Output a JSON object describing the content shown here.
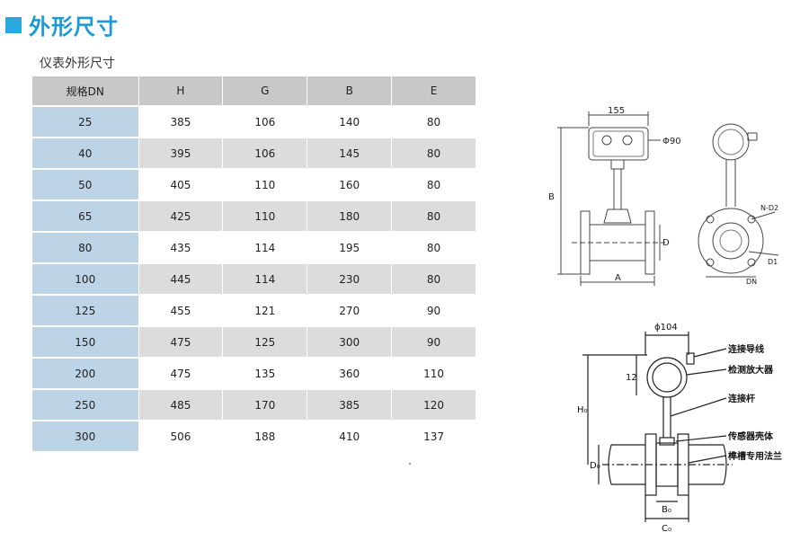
{
  "page": {
    "title": "外形尺寸",
    "subtitle": "仪表外形尺寸"
  },
  "table": {
    "headers": [
      "规格DN",
      "H",
      "G",
      "B",
      "E"
    ],
    "rows": [
      [
        "25",
        "385",
        "106",
        "140",
        "80"
      ],
      [
        "40",
        "395",
        "106",
        "145",
        "80"
      ],
      [
        "50",
        "405",
        "110",
        "160",
        "80"
      ],
      [
        "65",
        "425",
        "110",
        "180",
        "80"
      ],
      [
        "80",
        "435",
        "114",
        "195",
        "80"
      ],
      [
        "100",
        "445",
        "114",
        "230",
        "80"
      ],
      [
        "125",
        "455",
        "121",
        "270",
        "90"
      ],
      [
        "150",
        "475",
        "125",
        "300",
        "90"
      ],
      [
        "200",
        "475",
        "135",
        "360",
        "110"
      ],
      [
        "250",
        "485",
        "170",
        "385",
        "120"
      ],
      [
        "300",
        "506",
        "188",
        "410",
        "137"
      ]
    ]
  },
  "diagram_top": {
    "dim_155": "155",
    "dim_phi90": "Φ90",
    "label_B": "B",
    "label_D": "D",
    "label_A": "A",
    "label_ND2": "N-D2",
    "label_D1": "D1",
    "label_DN": "DN"
  },
  "diagram_bottom": {
    "dim_phi104": "ϕ104",
    "dim_12": "12",
    "label_H0": "H₀",
    "label_D0": "D₀",
    "label_B0": "B₀",
    "label_C0": "C₀",
    "callouts": [
      "连接导线",
      "检测放大器",
      "连接杆",
      "传感器壳体",
      "榫槽专用法兰"
    ]
  },
  "colors": {
    "accent": "#29a8e0",
    "header_gray": "#c8c8c8",
    "row_gray": "#dcdcdc",
    "dn_blue": "#bdd3e6"
  }
}
